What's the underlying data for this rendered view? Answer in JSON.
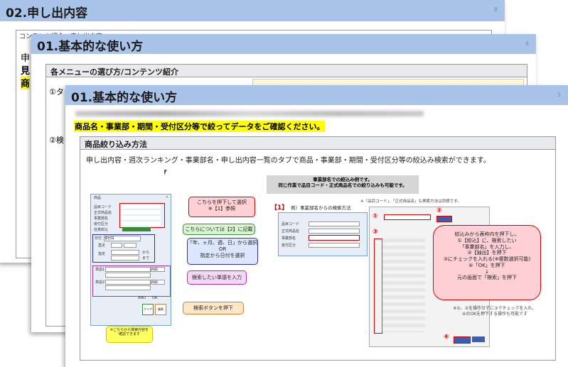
{
  "slide1": {
    "title": "02.申し出内容",
    "page_number": "8",
    "snippet_header": "コンテンツ紹介…申し出内容",
    "side_chars": [
      "申",
      "見",
      "商"
    ]
  },
  "slide2": {
    "title": "01.基本的な使い方",
    "page_number": "4",
    "section_title": "各メニューの選び方/コンテンツ紹介",
    "item1": "①タ",
    "item2": "②検"
  },
  "slide3": {
    "title": "01.基本的な使い方",
    "page_number": "5",
    "highlight": "商品名・事業部・期間・受付区分等で絞ってデータをご確認ください。",
    "section_title": "商品絞り込み方法",
    "description": "申し出内容・週次ランキング・事業部名・申し出内容一覧のタブで商品・事業部・期間・受付区分等の絞込み検索ができます。",
    "left_panel": {
      "header": "商品",
      "fields": [
        "品目コード",
        "正式商品名",
        "事業部名",
        "受付区分",
        "任意絞込"
      ],
      "date_label": "日付",
      "date_select": "受付日",
      "radio1": "直近",
      "radio2": "指定",
      "from": "から",
      "to": "まで",
      "keyword1": "単語1",
      "keyword2": "単語2",
      "and_label": "AND",
      "or_label": "OR",
      "clear": "クリア",
      "search": "検索"
    },
    "callouts": {
      "c1": "こちらを押下して選択\n※【1】参照",
      "c2": "こちらについては【2】に記載",
      "c3": "「年、ヶ月、週、日」から選択\nOR\n指定から日付を選択",
      "c4": "検索したい単語を入力",
      "c5": "検索ボタンを押下",
      "c6": "※こちらから検索内容を\n確認できます"
    },
    "banner": "事業部名での絞込み例です。\n同じ作業で品目コード・正式商品名での絞り込みも可能です。",
    "example": {
      "bracket": "【1】",
      "label": "例）事業部名からの検索方法",
      "note": "※「品目コード」、「正式商品名」も検索方法は同様です。",
      "fields": [
        "品目コード",
        "正式商品名",
        "事業部名",
        "受付区分"
      ],
      "steps": [
        "①",
        "②",
        "③",
        "④"
      ],
      "instructions": "絞込みから表枠内を押下し、\n①【絞込】に、検索したい\n「事業部名」を入力し、\n②【抽出】を押下\n③にチェックを入れる(※複数選択可能)\n④「OK」を押下\n↓\n元の画面で「検索」を押下",
      "footnote": "※①、②を操作せずに③でチェックを入れ、\n④のOKを押下する操作も可能です"
    }
  }
}
